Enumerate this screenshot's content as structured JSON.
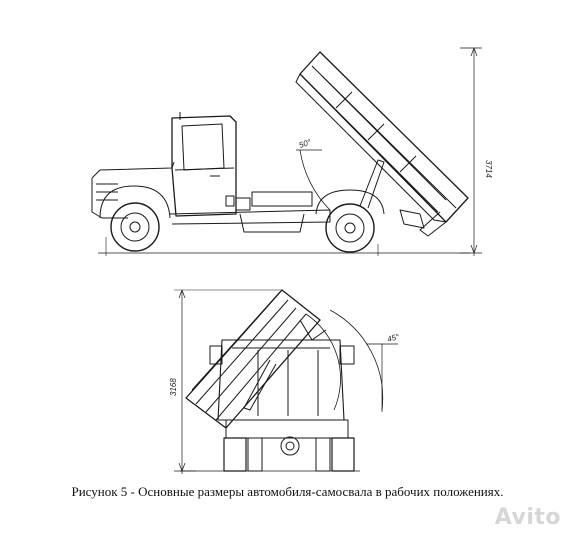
{
  "figure": {
    "top_view": {
      "angle_label": "50°",
      "height_label": "3714"
    },
    "rear_view": {
      "angle_label": "45°",
      "height_label": "3168"
    },
    "caption": "Рисунок 5 - Основные размеры автомобиля-самосвала в рабочих положениях."
  },
  "watermark": "Avito",
  "colors": {
    "line": "#1a1a1a",
    "background": "#ffffff"
  }
}
